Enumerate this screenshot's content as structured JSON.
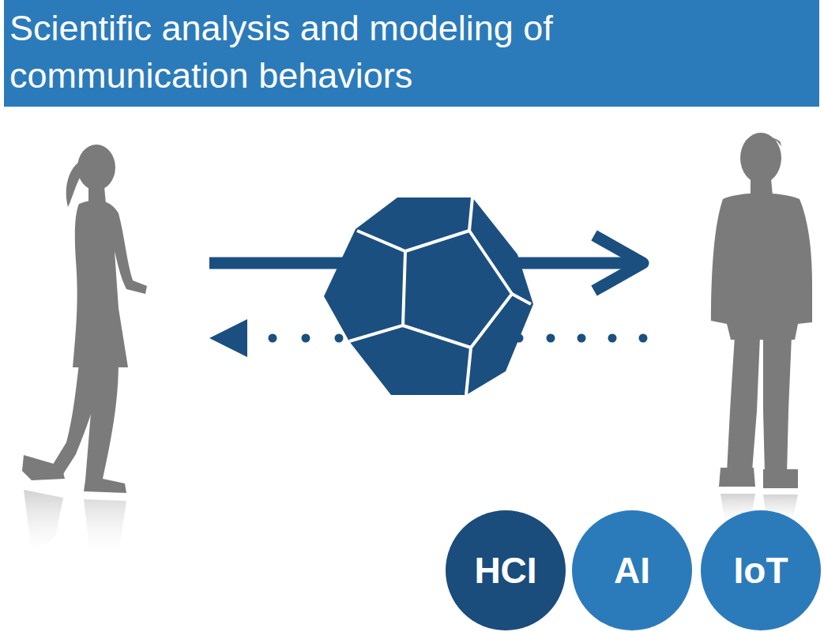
{
  "diagram": {
    "title": "Scientific analysis and modeling of communication behaviors",
    "nodes": [
      {
        "text": [
          "HCI"
        ]
      },
      {
        "text": [
          "AI"
        ]
      },
      {
        "text": [
          "IoT"
        ]
      }
    ]
  }
}
